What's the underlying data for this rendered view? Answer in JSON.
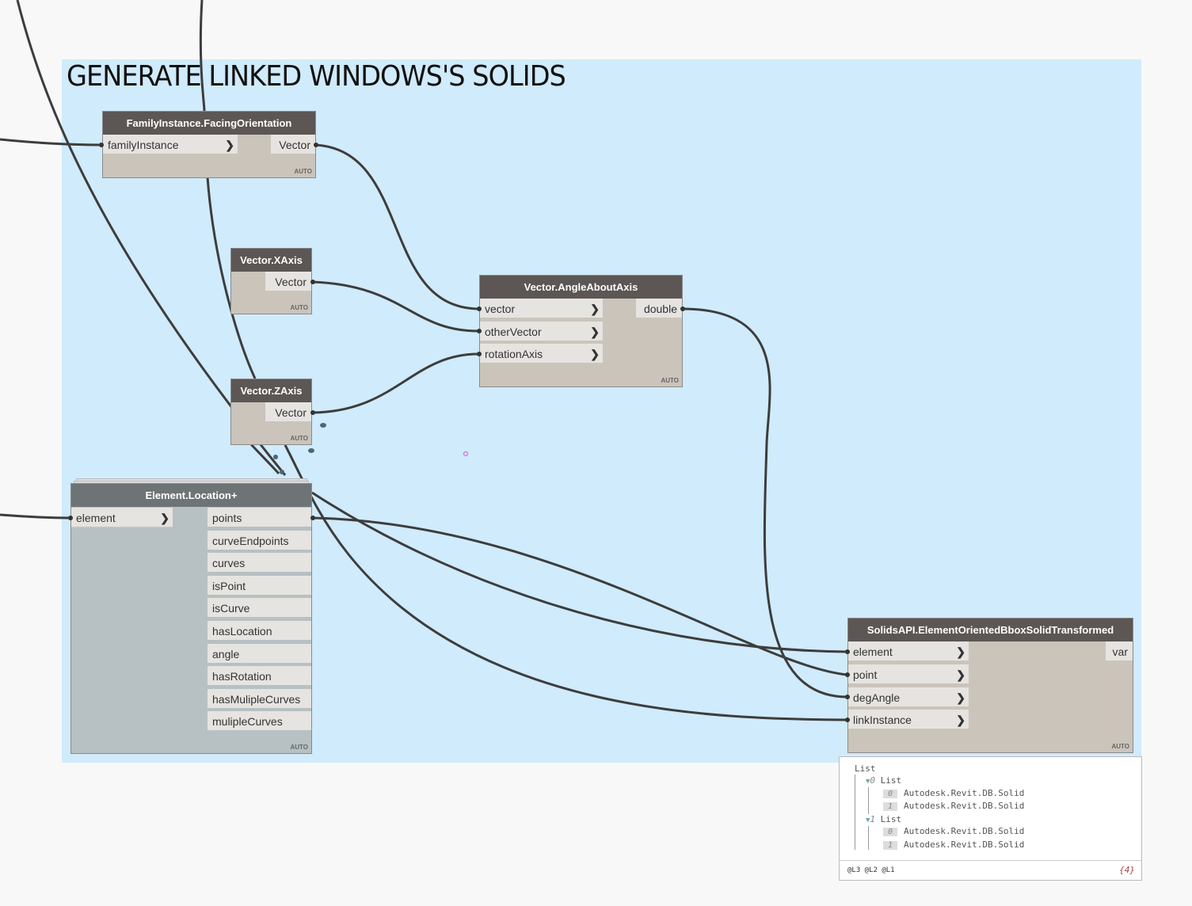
{
  "group": {
    "title": "GENERATE LINKED WINDOWS'S SOLIDS"
  },
  "nodes": {
    "facing": {
      "title": "FamilyInstance.FacingOrientation",
      "input": "familyInstance",
      "output": "Vector",
      "lacing": "AUTO"
    },
    "xaxis": {
      "title": "Vector.XAxis",
      "output": "Vector",
      "lacing": "AUTO"
    },
    "zaxis": {
      "title": "Vector.ZAxis",
      "output": "Vector",
      "lacing": "AUTO"
    },
    "angle": {
      "title": "Vector.AngleAboutAxis",
      "inputs": [
        "vector",
        "otherVector",
        "rotationAxis"
      ],
      "output": "double",
      "lacing": "AUTO"
    },
    "location": {
      "title": "Element.Location+",
      "input": "element",
      "outputs": [
        "points",
        "curveEndpoints",
        "curves",
        "isPoint",
        "isCurve",
        "hasLocation",
        "angle",
        "hasRotation",
        "hasMulipleCurves",
        "mulipleCurves"
      ],
      "lacing": "AUTO"
    },
    "solids": {
      "title": "SolidsAPI.ElementOrientedBboxSolidTransformed",
      "inputs": [
        "element",
        "point",
        "degAngle",
        "linkInstance"
      ],
      "output": "var",
      "lacing": "AUTO"
    }
  },
  "preview": {
    "root": "List",
    "lists": [
      {
        "index": "0",
        "label": "List",
        "items": [
          {
            "index": "0",
            "value": "Autodesk.Revit.DB.Solid"
          },
          {
            "index": "1",
            "value": "Autodesk.Revit.DB.Solid"
          }
        ]
      },
      {
        "index": "1",
        "label": "List",
        "items": [
          {
            "index": "0",
            "value": "Autodesk.Revit.DB.Solid"
          },
          {
            "index": "1",
            "value": "Autodesk.Revit.DB.Solid"
          }
        ]
      }
    ],
    "levels": "@L3 @L2 @L1",
    "count": "{4}"
  }
}
